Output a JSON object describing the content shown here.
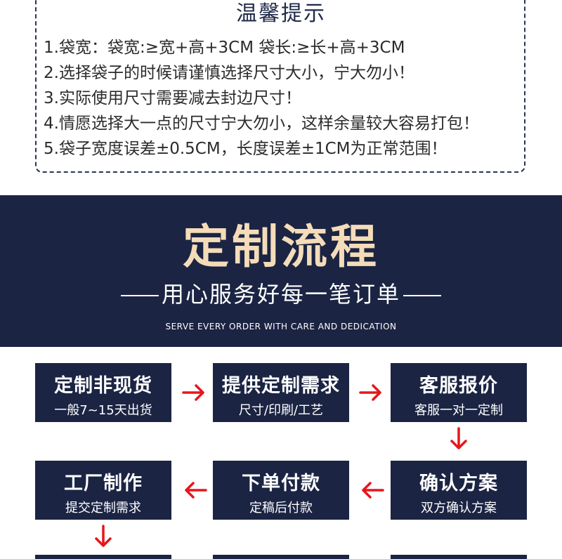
{
  "notice": {
    "title": "温馨提示",
    "tips": [
      "1.袋宽：袋宽:≥宽+高+3CM  袋长:≥长+高+3CM",
      "2.选择袋子的时候请谨慎选择尺寸大小，宁大勿小！",
      "3.实际使用尺寸需要减去封边尺寸！",
      "4.情愿选择大一点的尺寸宁大勿小，这样余量较大容易打包！",
      "5.袋子宽度误差±0.5CM，长度误差±1CM为正常范围！"
    ]
  },
  "banner": {
    "title": "定制流程",
    "subtitle": "用心服务好每一笔订单",
    "english": "SERVE EVERY ORDER WITH CARE AND DEDICATION"
  },
  "steps": [
    {
      "title": "定制非现货",
      "sub": "一般7~15天出货"
    },
    {
      "title": "提供定制需求",
      "sub": "尺寸/印刷/工艺"
    },
    {
      "title": "客服报价",
      "sub": "客服一对一定制"
    },
    {
      "title": "确认方案",
      "sub": "双方确认方案"
    },
    {
      "title": "下单付款",
      "sub": "定稿后付款"
    },
    {
      "title": "工厂制作",
      "sub": "提交定制需求"
    }
  ],
  "colors": {
    "navy": "#1b2443",
    "gold": "#f4dcb9",
    "arrow": "#e8151b"
  },
  "icons": {
    "arrow_right": "arrow-right-icon",
    "arrow_left": "arrow-left-icon",
    "arrow_down": "arrow-down-icon"
  }
}
